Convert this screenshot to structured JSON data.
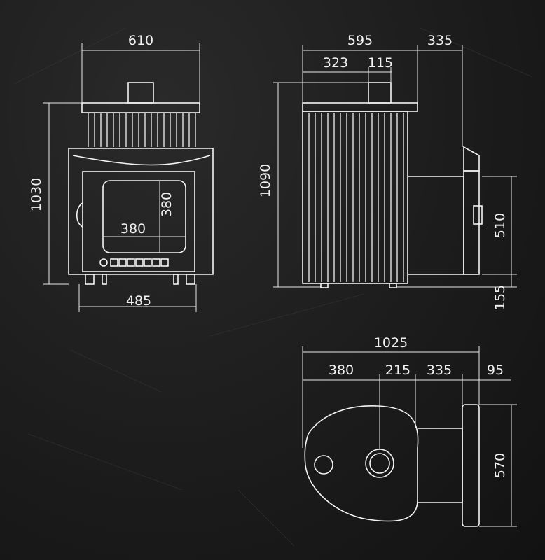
{
  "drawing": {
    "front_view": {
      "width_top": "610",
      "height": "1030",
      "glass_height": "380",
      "glass_width": "380",
      "base_width": "485"
    },
    "side_view": {
      "depth": "595",
      "tank_depth": "335",
      "to_flue": "323",
      "flue_diameter": "115",
      "height": "1090",
      "tunnel_height": "510",
      "tunnel_offset": "155"
    },
    "top_view": {
      "total_length": "1025",
      "segment_1": "380",
      "segment_2": "215",
      "segment_3": "335",
      "segment_4": "95",
      "width": "570"
    }
  }
}
